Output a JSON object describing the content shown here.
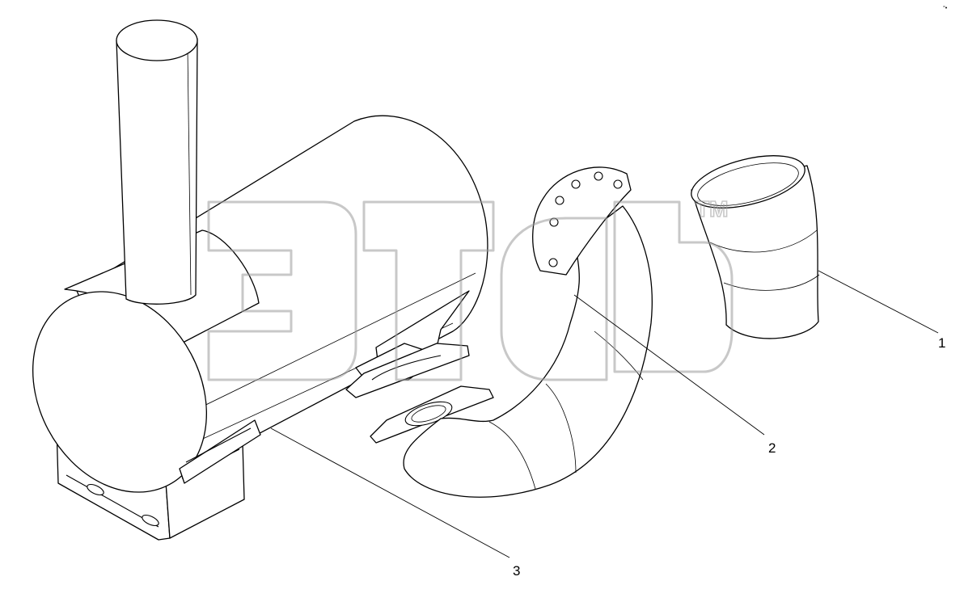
{
  "callouts": [
    {
      "id": "1",
      "label": "1"
    },
    {
      "id": "2",
      "label": "2"
    },
    {
      "id": "3",
      "label": "3"
    }
  ],
  "watermark": {
    "tm": "TM"
  },
  "corner_mark": "°•",
  "colors": {
    "line": "#000000",
    "watermark": "#9a9a9a",
    "background": "#ffffff"
  }
}
